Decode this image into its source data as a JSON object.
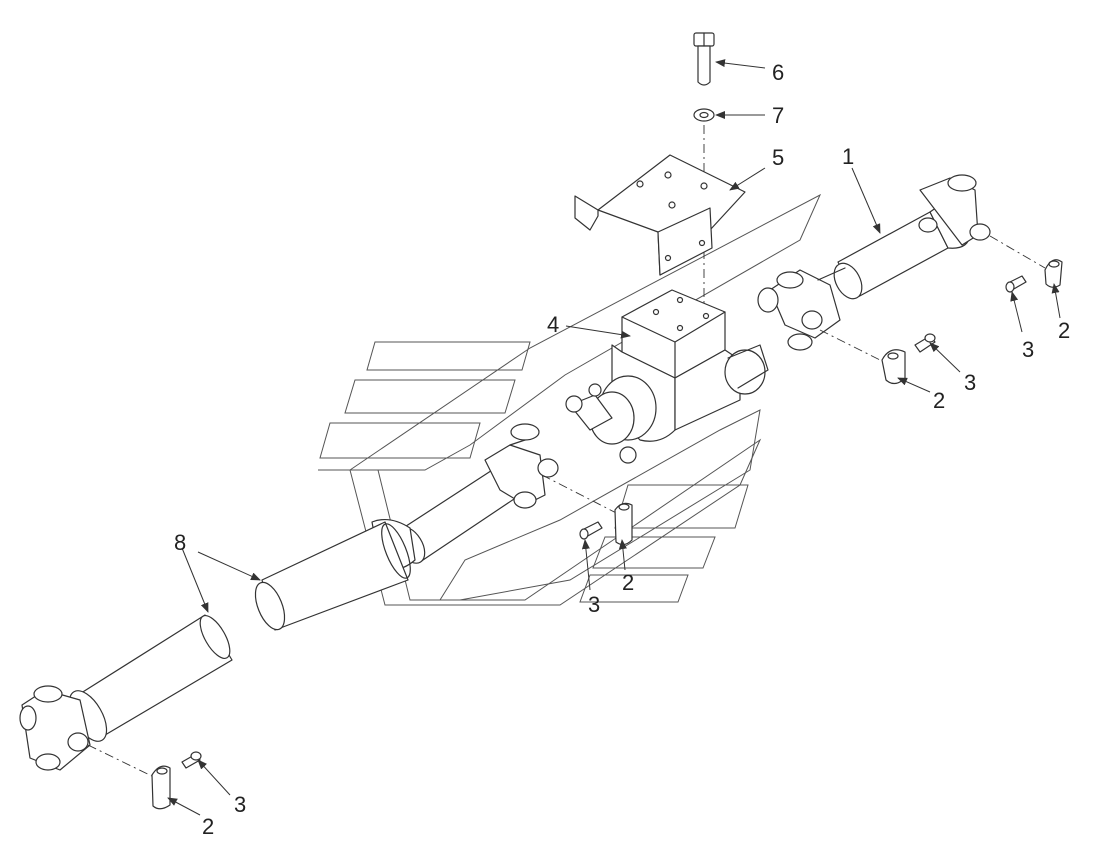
{
  "callouts": {
    "c1": "1",
    "c2a": "2",
    "c2b": "2",
    "c2c": "2",
    "c2d": "2",
    "c3a": "3",
    "c3b": "3",
    "c3c": "3",
    "c3d": "3",
    "c4": "4",
    "c5": "5",
    "c6": "6",
    "c7": "7",
    "c8": "8"
  },
  "colors": {
    "line": "#333333",
    "background": "#ffffff",
    "watermark": "#555555"
  }
}
